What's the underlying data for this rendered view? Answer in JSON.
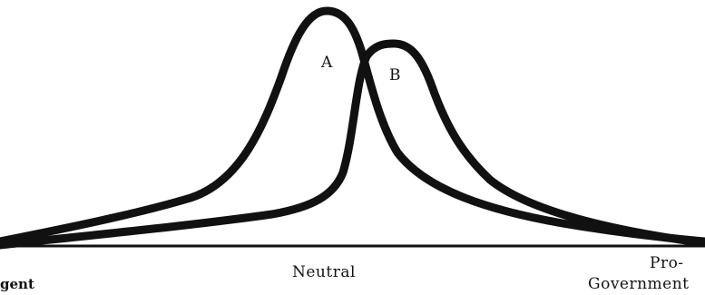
{
  "diagram": {
    "curves": [
      {
        "id": "A",
        "label": "A"
      },
      {
        "id": "B",
        "label": "B"
      }
    ],
    "axis": {
      "left_label": "gent",
      "middle_label": "Neutral",
      "right_label_line1": "Pro-",
      "right_label_line2": "Government"
    }
  }
}
